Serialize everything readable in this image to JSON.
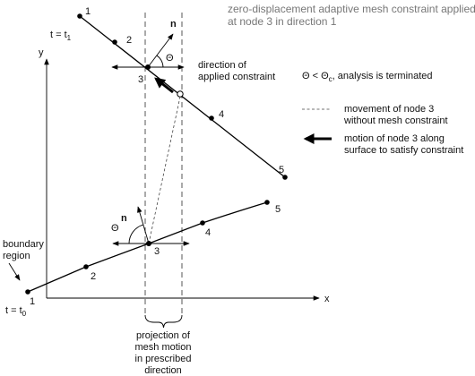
{
  "title": {
    "line1": "zero-displacement adaptive mesh constraint applied",
    "line2": "at node 3 in direction 1"
  },
  "top_surface": {
    "time_prefix": "t = t",
    "time_sub": "1",
    "node_labels": [
      "1",
      "2",
      "3",
      "4",
      "5"
    ],
    "normal_label": "n",
    "angle_label": "Θ"
  },
  "bottom_surface": {
    "time_prefix": "t = t",
    "time_sub": "0",
    "node_labels": [
      "1",
      "2",
      "3",
      "4",
      "5"
    ],
    "normal_label": "n",
    "angle_label": "Θ"
  },
  "axes": {
    "x_label": "x",
    "y_label": "y"
  },
  "annotations": {
    "direction_line1": "direction of",
    "direction_line2": "applied constraint",
    "terminate_prefix": "Θ < Θ",
    "terminate_sub": "c",
    "terminate_suffix": ", analysis is terminated",
    "boundary_line1": "boundary",
    "boundary_line2": "region",
    "projection_lines": [
      "projection of",
      "mesh motion",
      "in prescribed",
      "direction"
    ]
  },
  "legend": [
    {
      "style": "dashed-line",
      "lines": [
        "movement of node 3",
        "without mesh constraint"
      ]
    },
    {
      "style": "bold-arrow",
      "lines": [
        "motion of node 3 along",
        "surface to satisfy constraint"
      ]
    }
  ]
}
